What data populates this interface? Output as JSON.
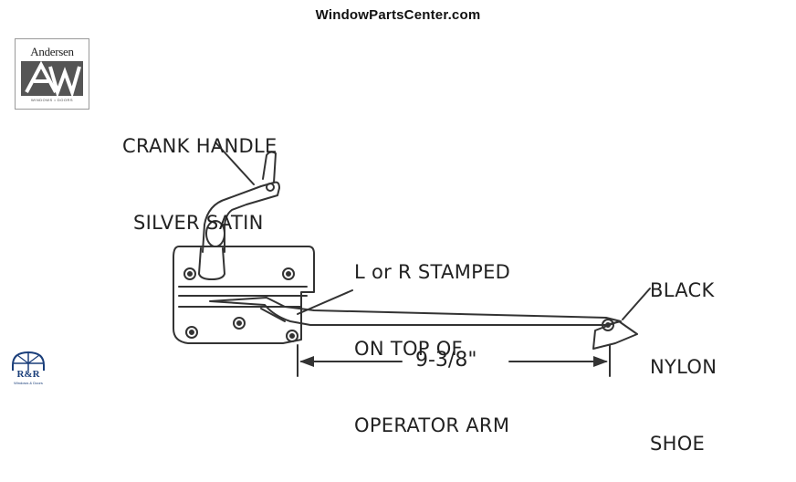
{
  "site_title": "WindowPartsCenter.com",
  "logos": {
    "andersen_brand": "Andersen",
    "andersen_mark": "AW",
    "andersen_sub": "WINDOWS • DOORS",
    "rr_mark": "R&R",
    "rr_sub": "Windows & Doors"
  },
  "callouts": {
    "crank_handle": [
      "CRANK HANDLE",
      "SILVER SATIN"
    ],
    "stamp": [
      "L or R STAMPED",
      "ON TOP OF",
      "OPERATOR ARM"
    ],
    "shoe": [
      "BLACK",
      "NYLON",
      "SHOE"
    ]
  },
  "dimension": "9-3/8\"",
  "colors": {
    "line": "#333333",
    "text": "#222222",
    "rr_blue": "#1a3e7a"
  }
}
